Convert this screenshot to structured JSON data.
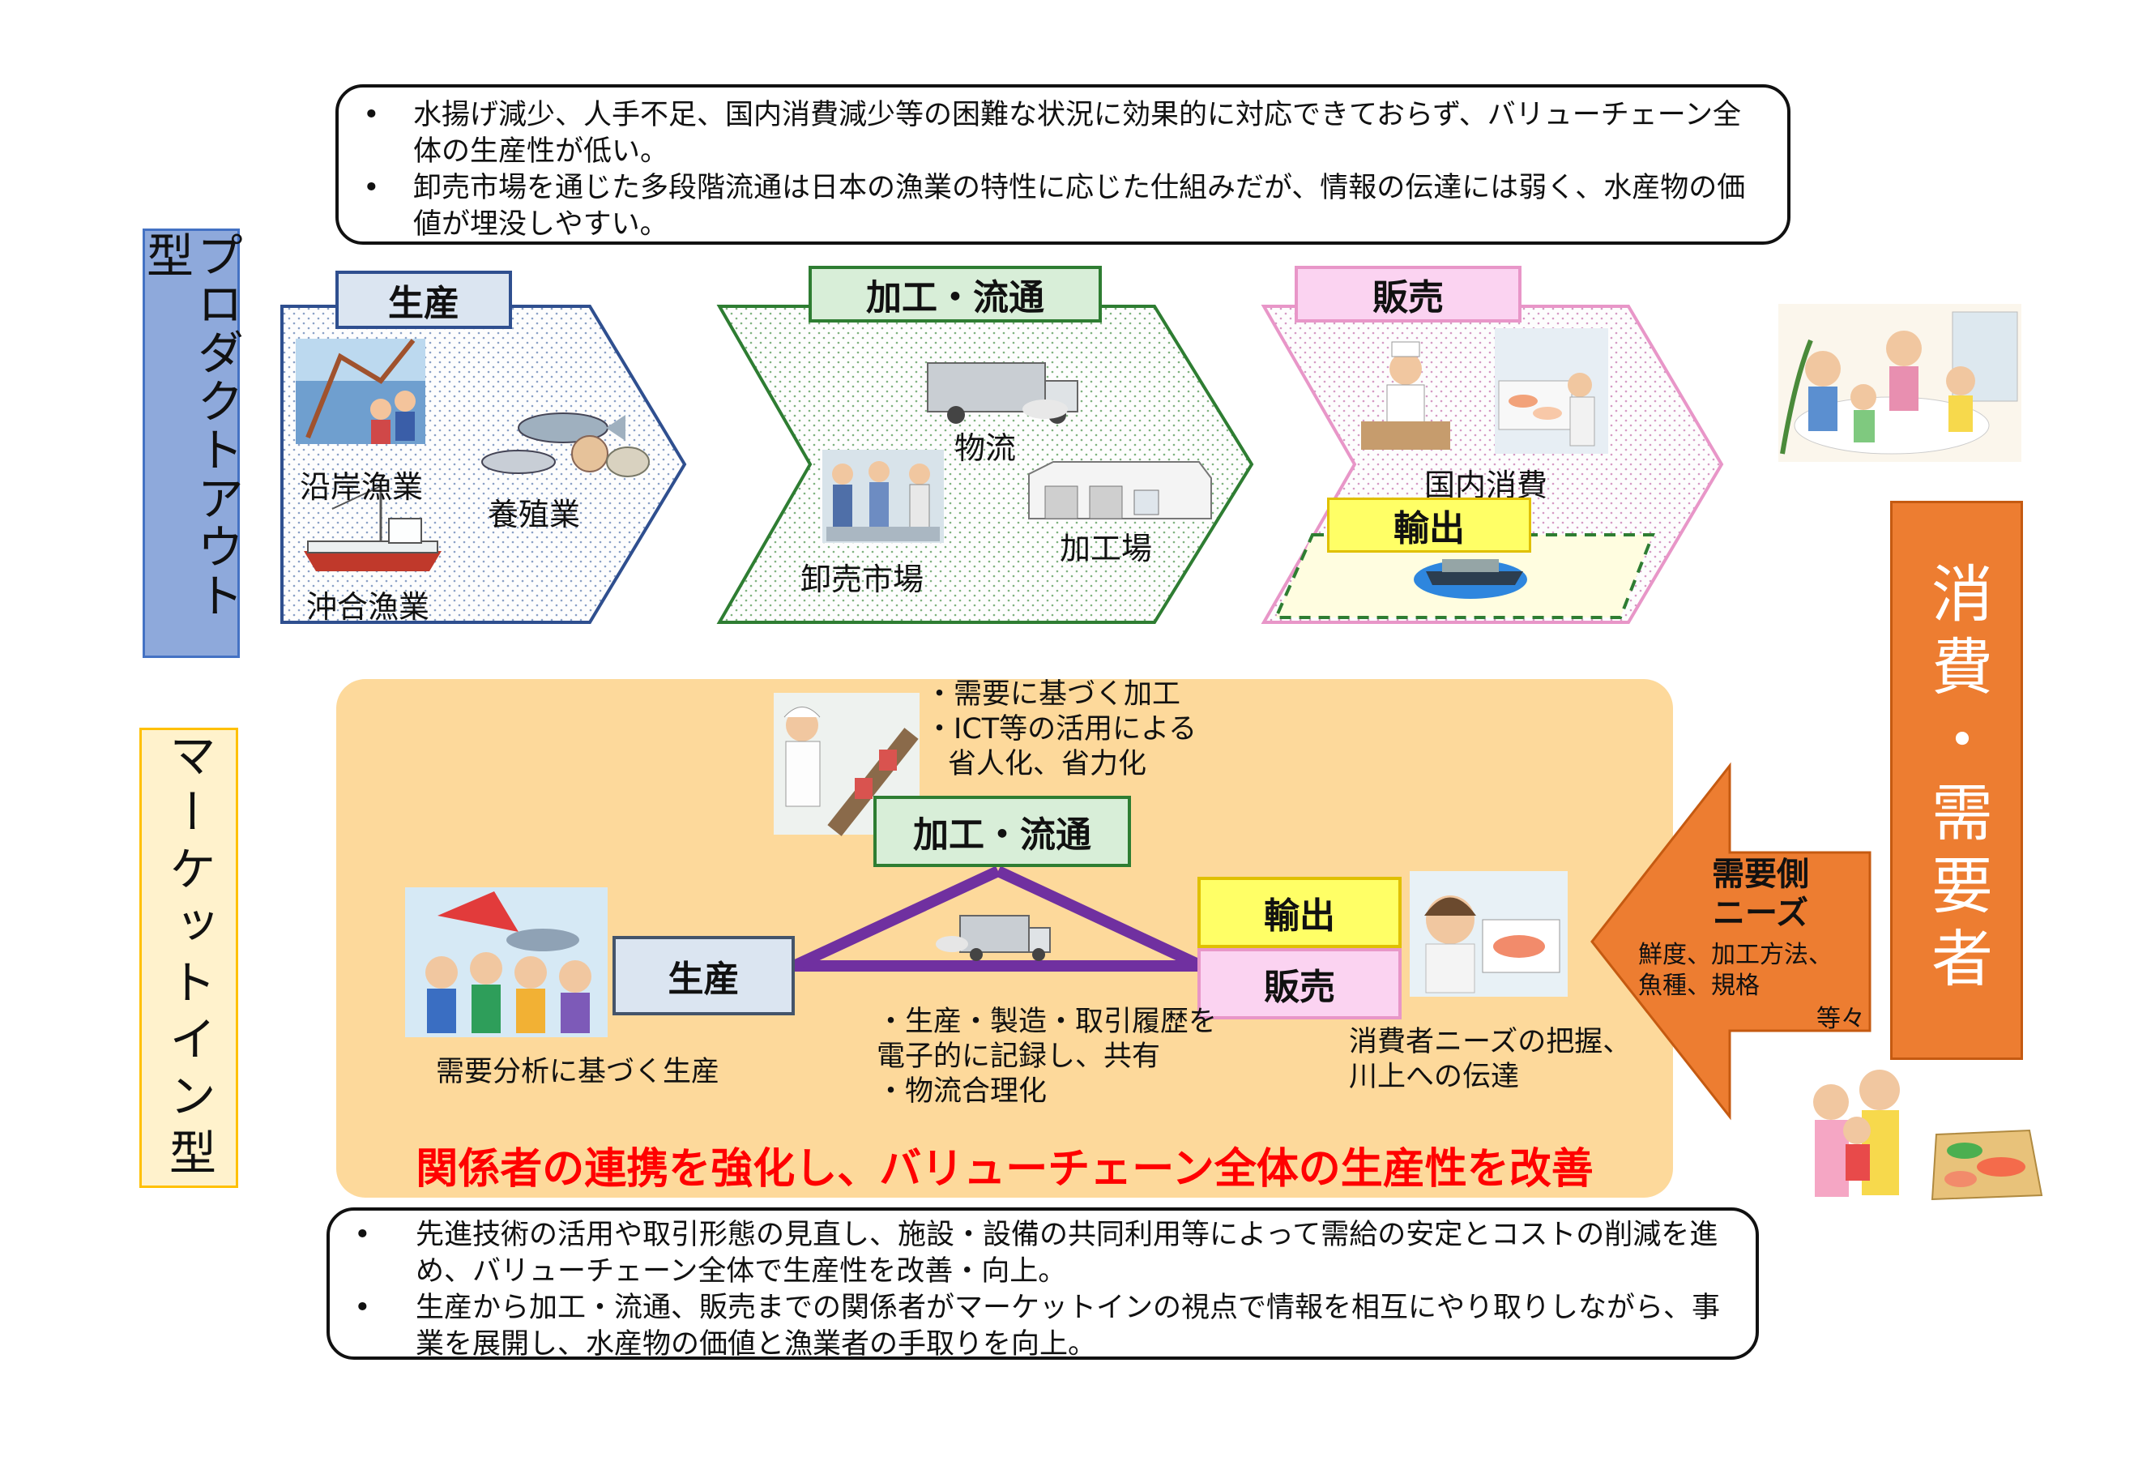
{
  "top_notes": [
    "水揚げ減少、人手不足、国内消費減少等の困難な状況に効果的に対応できておらず、バリューチェーン全体の生産性が低い。",
    "卸売市場を通じた多段階流通は日本の漁業の特性に応じた仕組みだが、情報の伝達には弱く、水産物の価値が埋没しやすい。"
  ],
  "product_out": {
    "label": "プロダクトアウト型",
    "production": {
      "tag": "生産",
      "items": [
        "沿岸漁業",
        "養殖業",
        "沖合漁業"
      ]
    },
    "processing": {
      "tag": "加工・流通",
      "items": [
        "物流",
        "加工場",
        "卸売市場"
      ]
    },
    "sales": {
      "tag": "販売",
      "domestic": "国内消費",
      "export": "輸出"
    }
  },
  "market_in": {
    "label": "マーケットイン型",
    "processing_notes": [
      "・需要に基づく加工",
      "・ICT等の活用による",
      "省人化、省力化"
    ],
    "processing_tag": "加工・流通",
    "production_tag": "生産",
    "production_caption": "需要分析に基づく生産",
    "export_tag": "輸出",
    "sales_tag": "販売",
    "center_notes": [
      "・生産・製造・取引履歴を",
      "電子的に記録し、共有",
      "・物流合理化"
    ],
    "sales_notes": [
      "消費者ニーズの把握、",
      "川上への伝達"
    ],
    "headline": "関係者の連携を強化し、バリューチェーン全体の生産性を改善"
  },
  "consumer": {
    "label": "消費・需要者"
  },
  "demand_arrow": {
    "title": "需要側ニーズ",
    "detail": [
      "鮮度、加工方法、",
      "魚種、規格"
    ],
    "etc": "等々"
  },
  "bottom_notes": [
    "先進技術の活用や取引形態の見直し、施設・設備の共同利用等によって需給の安定とコストの削減を進め、バリューチェーン全体で生産性を改善・向上。",
    "生産から加工・流通、販売までの関係者がマーケットインの視点で情報を相互にやり取りしながら、事業を展開し、水産物の価値と漁業者の手取りを向上。"
  ],
  "colors": {
    "production_tag": "#dbe5f1",
    "processing_tag": "#d8eed8",
    "sales_tag": "#fbd3f1",
    "export_tag": "#ffff66",
    "consumer_box": "#ed7d31",
    "market_panel": "#fdd99b",
    "headline": "#ff0000",
    "triangle": "#7030a0"
  }
}
